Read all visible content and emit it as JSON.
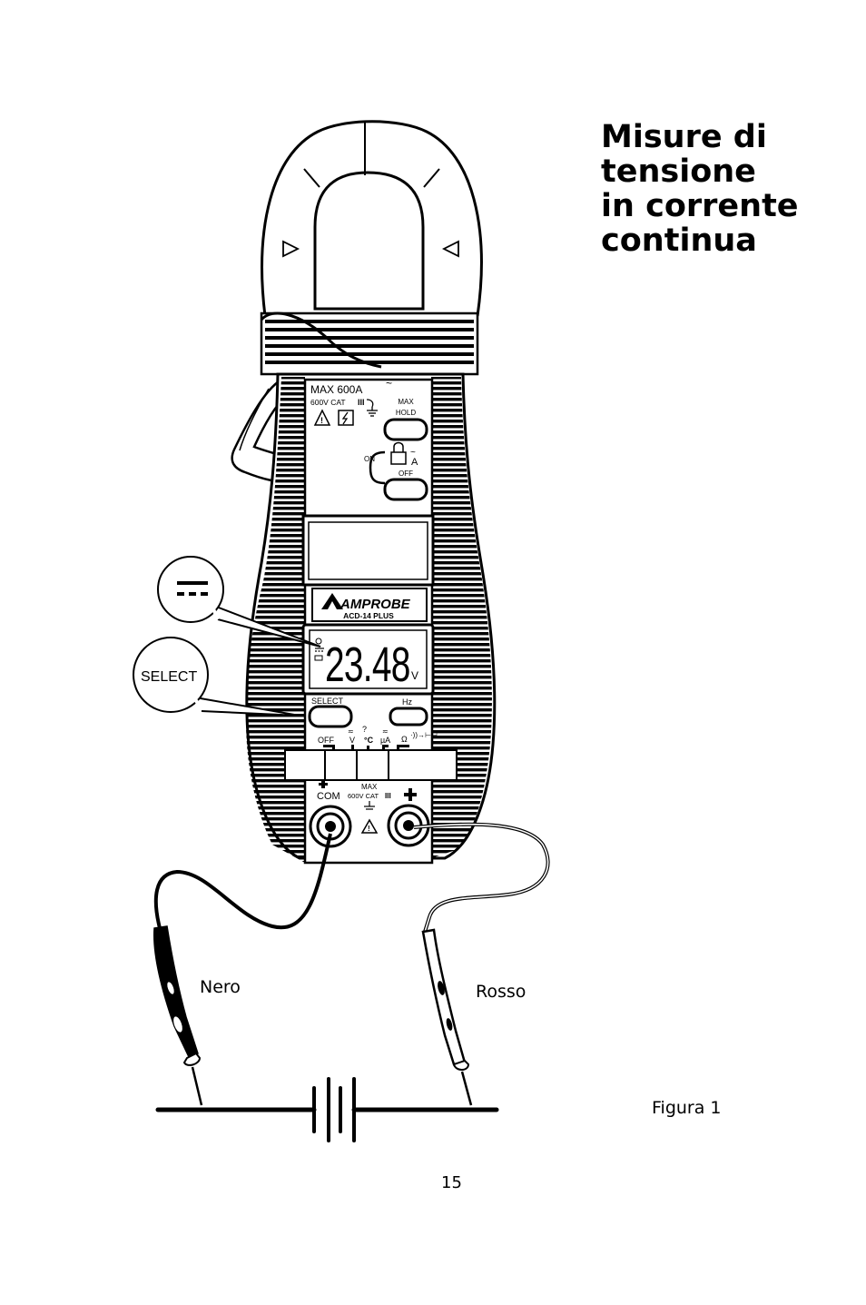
{
  "heading": [
    "Misure di",
    "tensione",
    "in corrente",
    "continua"
  ],
  "figure_caption": "Figura 1",
  "page_number": "15",
  "lead_labels": {
    "black": "Nero",
    "red": "Rosso"
  },
  "meter": {
    "brand": "AMPROBE",
    "model": "ACD-14 PLUS",
    "max_rating": "MAX 600A",
    "category": "600V CAT",
    "buttons": {
      "max_hold_top": "MAX",
      "max_hold_bottom": "HOLD",
      "on": "ON",
      "off": "OFF",
      "select": "SELECT",
      "hz": "Hz"
    },
    "display": {
      "reading": "23.48",
      "unit": "V"
    },
    "dial": {
      "off": "OFF",
      "v": "V",
      "question": "?",
      "celsius": "°C",
      "micro_amp": "µA",
      "ohm": "Ω"
    },
    "jacks": {
      "com": "COM",
      "max": "MAX",
      "category": "600V CAT"
    }
  },
  "callouts": {
    "dc_symbol": "dc-voltage-symbol",
    "select": "SELECT"
  },
  "icons": [
    "warning-triangle-icon",
    "lightning-icon",
    "ground-icon",
    "dc-symbol-icon",
    "lock-icon",
    "battery-icon"
  ]
}
